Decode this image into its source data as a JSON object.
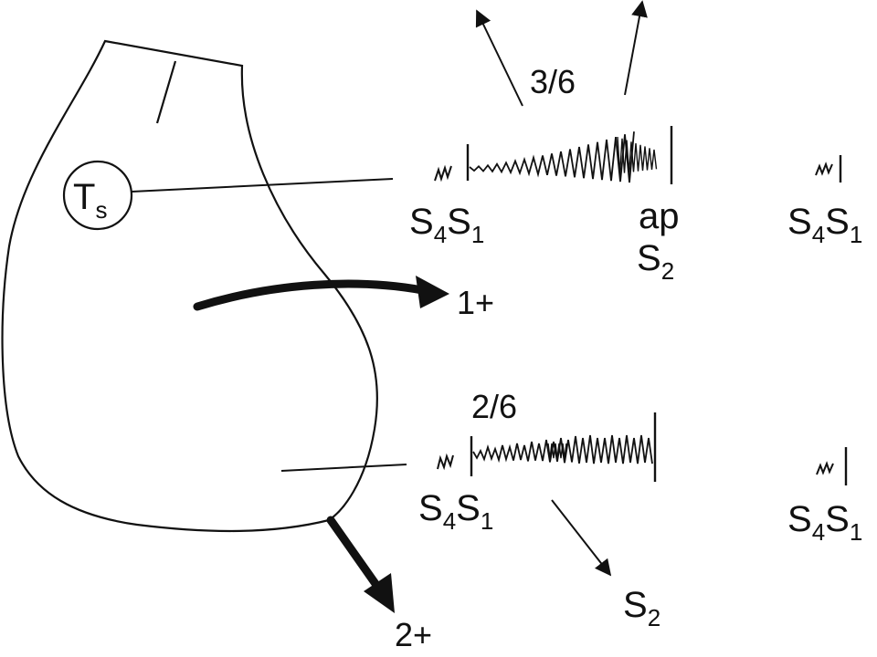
{
  "colors": {
    "ink": "#111111",
    "background": "#ffffff"
  },
  "diagram": {
    "ts_marker": {
      "letter": "T",
      "subscript": "s"
    },
    "upper_murmur": {
      "grade": "3/6",
      "left_sounds": {
        "s4": "S",
        "s4_sub": "4",
        "s1": "S",
        "s1_sub": "1"
      },
      "ap_label": "ap",
      "s2_label": {
        "s": "S",
        "sub": "2"
      },
      "right_sounds": {
        "s4": "S",
        "s4_sub": "4",
        "s1": "S",
        "s1_sub": "1"
      }
    },
    "radiation_upper": {
      "label": "1+"
    },
    "lower_murmur": {
      "grade": "2/6",
      "left_sounds": {
        "s4": "S",
        "s4_sub": "4",
        "s1": "S",
        "s1_sub": "1"
      },
      "s2_label": {
        "s": "S",
        "sub": "2"
      },
      "right_sounds": {
        "s4": "S",
        "s4_sub": "4",
        "s1": "S",
        "s1_sub": "1"
      }
    },
    "radiation_lower": {
      "label": "2+"
    }
  }
}
